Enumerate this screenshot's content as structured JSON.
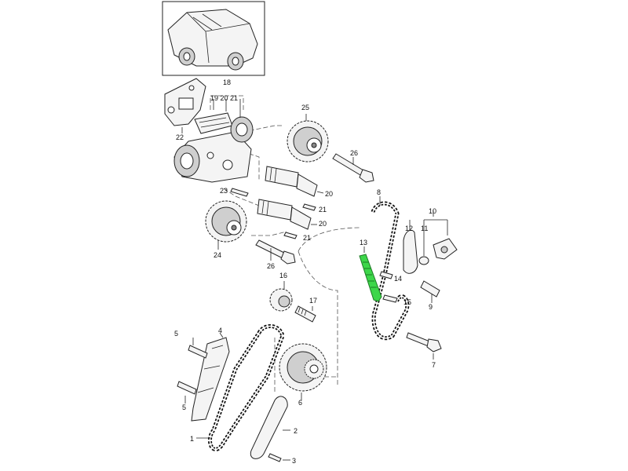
{
  "diagram": {
    "highlight_color": "#3dd64a",
    "labels": {
      "l1": "1",
      "l2": "2",
      "l3": "3",
      "l4": "4",
      "l5a": "5",
      "l5b": "5",
      "l6": "6",
      "l7": "7",
      "l8": "8",
      "l9": "9",
      "l10": "10",
      "l11": "11",
      "l12": "12",
      "l13": "13",
      "l14": "14",
      "l15": "15",
      "l16": "16",
      "l17": "17",
      "l18": "18",
      "l19_20_21": "19 20 21",
      "l20a": "20",
      "l20b": "20",
      "l21a": "21",
      "l21b": "21",
      "l22": "22",
      "l23": "23",
      "l24": "24",
      "l25": "25",
      "l26a": "26",
      "l26b": "26"
    }
  }
}
